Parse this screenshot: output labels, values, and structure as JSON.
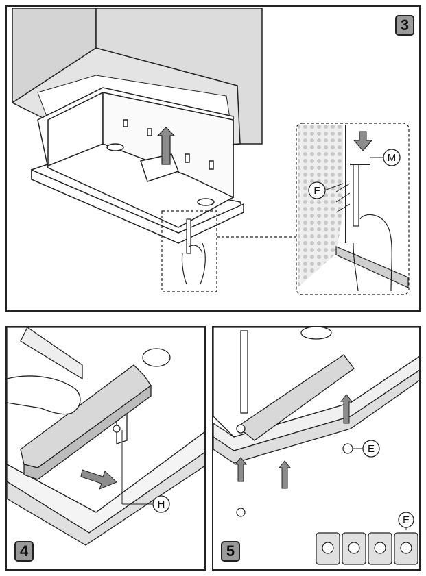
{
  "steps": {
    "step3": "3",
    "step4": "4",
    "step5": "5"
  },
  "callouts": {
    "M": "M",
    "F": "F",
    "H": "H",
    "E_screw": "E",
    "E_kit": "E"
  },
  "colors": {
    "wall": "#d4d4d4",
    "arrow": "#8c8c8c",
    "badge": "#9a9a9a",
    "line": "#222222"
  }
}
